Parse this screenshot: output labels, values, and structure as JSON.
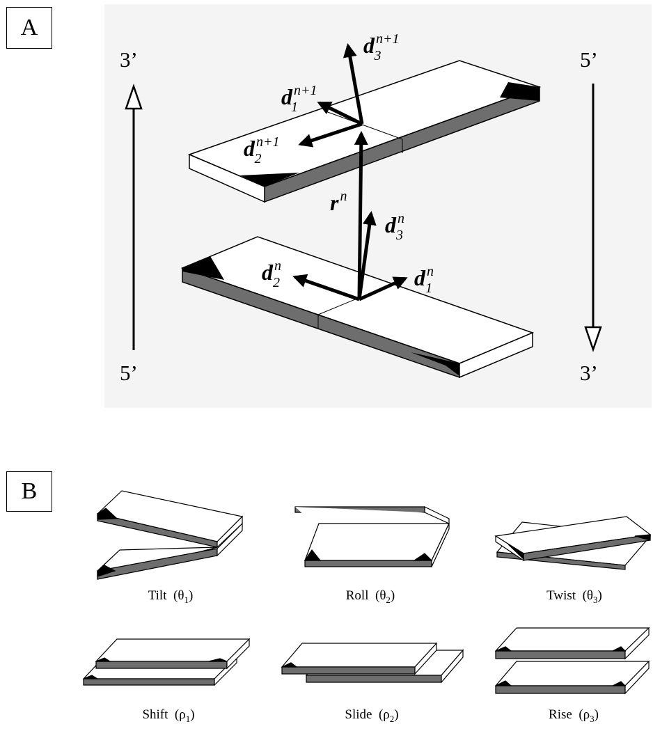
{
  "panel_a": {
    "label": "A",
    "left_strand": {
      "top": "3’",
      "bottom": "5’"
    },
    "right_strand": {
      "top": "5’",
      "bottom": "3’"
    },
    "vectors": {
      "d3_next": {
        "base": "d",
        "sub": "3",
        "sup": "n+1"
      },
      "d1_next": {
        "base": "d",
        "sub": "1",
        "sup": "n+1"
      },
      "d2_next": {
        "base": "d",
        "sub": "2",
        "sup": "n+1"
      },
      "r_n": {
        "base": "r",
        "sup": "n"
      },
      "d3_n": {
        "base": "d",
        "sub": "3",
        "sup": "n"
      },
      "d2_n": {
        "base": "d",
        "sub": "2",
        "sup": "n"
      },
      "d1_n": {
        "base": "d",
        "sub": "1",
        "sup": "n"
      }
    }
  },
  "panel_b": {
    "label": "B",
    "items": [
      {
        "name": "Tilt",
        "symbol": "θ",
        "index": "1"
      },
      {
        "name": "Roll",
        "symbol": "θ",
        "index": "2"
      },
      {
        "name": "Twist",
        "symbol": "θ",
        "index": "3"
      },
      {
        "name": "Shift",
        "symbol": "ρ",
        "index": "1"
      },
      {
        "name": "Slide",
        "symbol": "ρ",
        "index": "2"
      },
      {
        "name": "Rise",
        "symbol": "ρ",
        "index": "3"
      }
    ]
  },
  "colors": {
    "side_face": "#6e6e6e",
    "top_face": "#ffffff",
    "groove": "#000000",
    "line": "#000000"
  }
}
